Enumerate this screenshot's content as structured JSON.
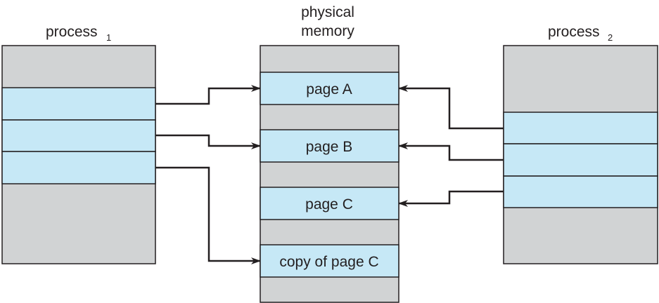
{
  "process1": {
    "label": "process",
    "subscript": "1"
  },
  "process2": {
    "label": "process",
    "subscript": "2"
  },
  "memory": {
    "label_line1": "physical",
    "label_line2": "memory",
    "pages": [
      "page A",
      "page B",
      "page C",
      "copy of page C"
    ]
  }
}
